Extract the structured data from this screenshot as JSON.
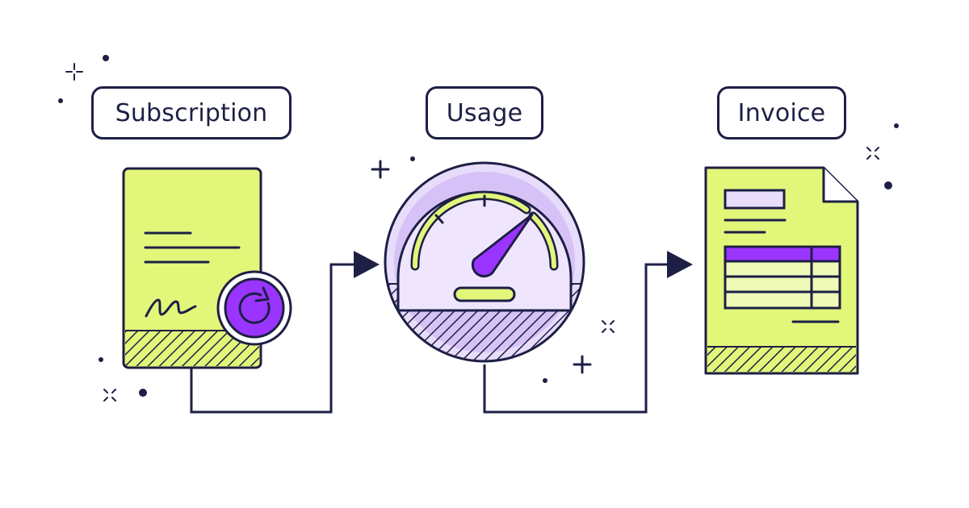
{
  "steps": [
    {
      "label": "Subscription",
      "icon": "contract-renewal-icon"
    },
    {
      "label": "Usage",
      "icon": "speedometer-gauge-icon"
    },
    {
      "label": "Invoice",
      "icon": "invoice-document-icon"
    }
  ],
  "colors": {
    "outline": "#1d1f45",
    "lime": "#e2f67a",
    "purple": "#9a35ff",
    "lavender": "#e8dcfb",
    "lavender_mid": "#d7c2f7"
  }
}
